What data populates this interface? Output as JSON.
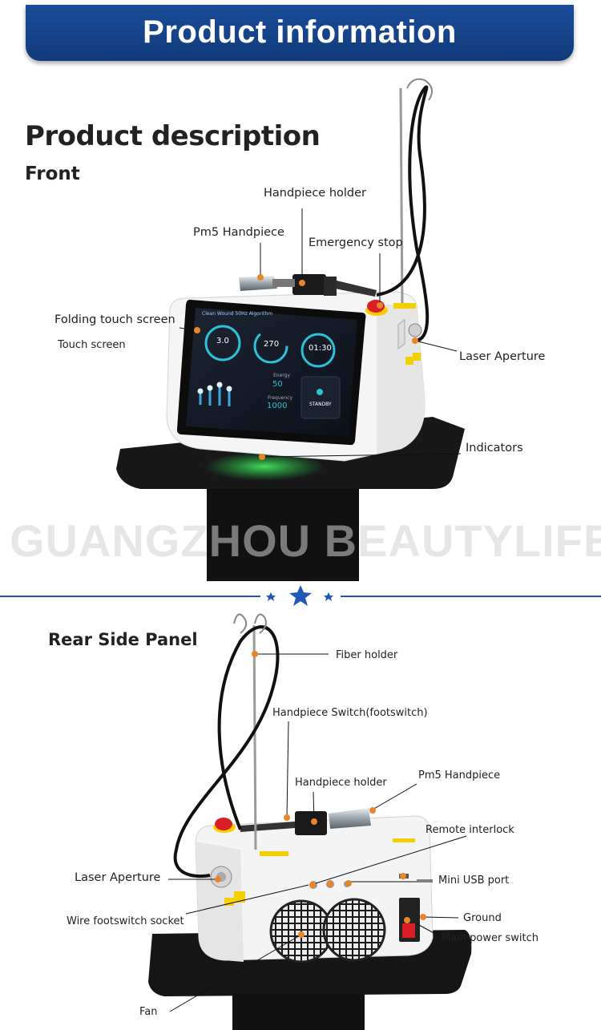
{
  "banner": {
    "title": "Product information"
  },
  "section1": {
    "title": "Product description",
    "subtitle": "Front"
  },
  "front_labels": {
    "handpiece_holder": "Handpiece holder",
    "pm5_handpiece": "Pm5 Handpiece",
    "emergency_stop": "Emergency stop",
    "folding_touch_screen": "Folding touch screen",
    "touch_screen": "Touch screen",
    "laser_aperture": "Laser Aperture",
    "indicators": "Indicators"
  },
  "screen": {
    "header": "Clean Wound 50Hz Algorithm",
    "gauge1": "3.0",
    "gauge2": "270",
    "gauge3": "01:30",
    "power_label": "Energy",
    "power_value": "50",
    "freq_label": "Frequency",
    "freq_value": "1000",
    "standby": "STANDBY"
  },
  "watermark": "GUANGZHOU BEAUTYLIFE",
  "section2": {
    "title": "Rear Side Panel"
  },
  "rear_labels": {
    "fiber_holder": "Fiber holder",
    "handpiece_switch": "Handpiece Switch(footswitch)",
    "handpiece_holder": "Handpiece holder",
    "pm5_handpiece": "Pm5 Handpiece",
    "remote_interlock": "Remote interlock",
    "laser_aperture": "Laser Aperture",
    "mini_usb": "Mini USB port",
    "ground": "Ground",
    "wire_footswitch": "Wire footswitch socket",
    "main_power": "Main power switch",
    "fan": "Fan"
  },
  "colors": {
    "banner": "#1a4d9a",
    "accent_orange": "#e8862a",
    "star_blue": "#1f58b8",
    "stop_red": "#d81f26"
  }
}
